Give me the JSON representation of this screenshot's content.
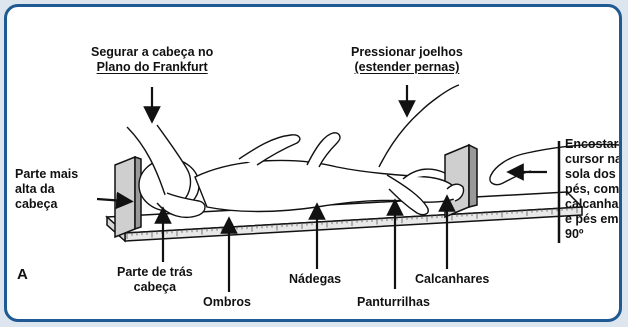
{
  "figure": {
    "panel_letter": "A",
    "labels": {
      "head_frankfurt": [
        "Segurar a cabeça no",
        "Plano do Frankfurt"
      ],
      "press_knees": [
        "Pressionar joelhos",
        "(estender pernas)"
      ],
      "top_head": [
        "Parte mais",
        "alta da",
        "cabeça"
      ],
      "back_head": [
        "Parte de trás",
        "cabeça"
      ],
      "shoulders": "Ombros",
      "buttocks": "Nádegas",
      "calves": "Panturrilhas",
      "heels": "Calcanhares",
      "cursor": [
        "Encostar",
        "cursor na",
        "sola dos",
        "pés, com",
        "calcanhar",
        "e pés em",
        "90º"
      ]
    }
  },
  "colors": {
    "frame_border": "#1f5a92",
    "background": "#dde6ef",
    "ink": "#111111"
  }
}
